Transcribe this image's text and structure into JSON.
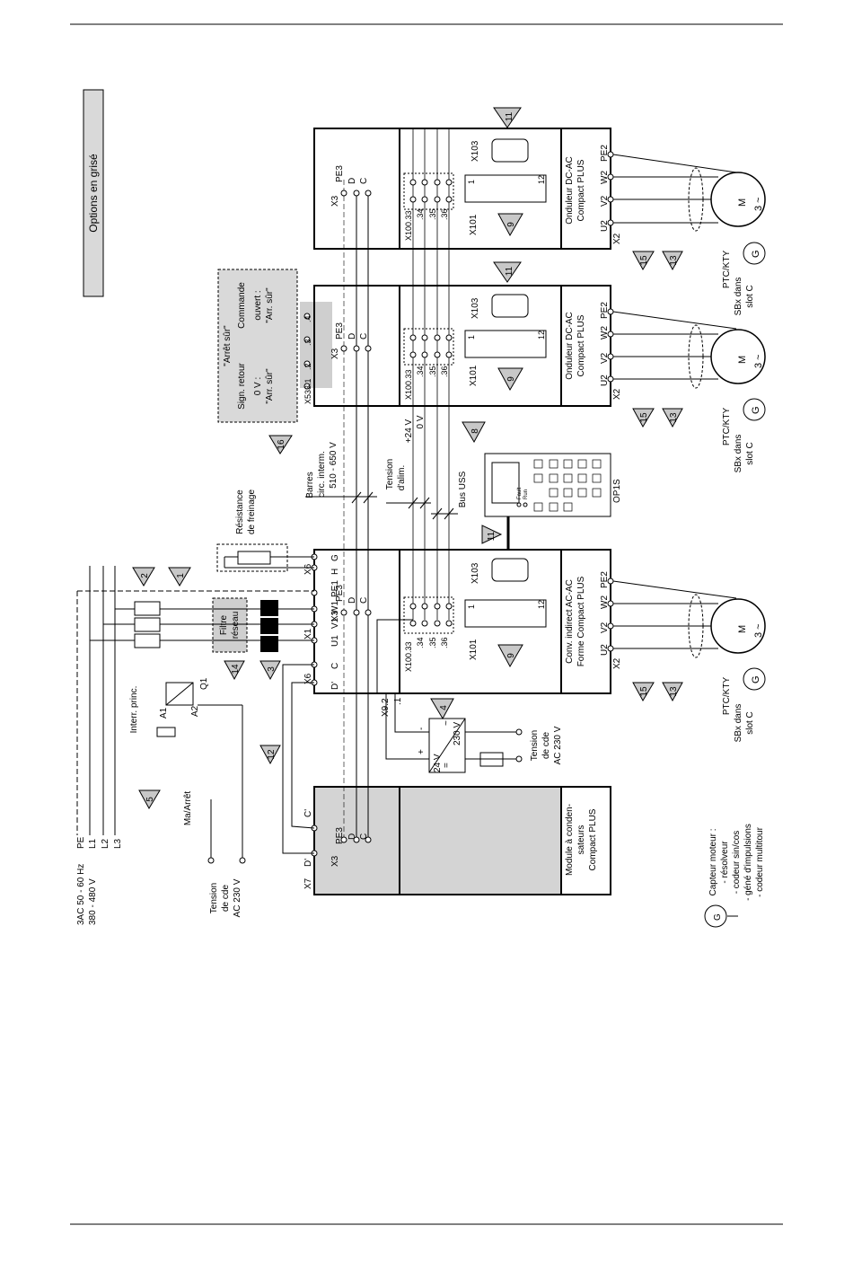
{
  "legend": {
    "title": "Options en grisé"
  },
  "supply": {
    "spec_line1": "3AC 50 - 60 Hz",
    "spec_line2": "380 - 480 V",
    "pe": "PE",
    "l1": "L1",
    "l2": "L2",
    "l3": "L3",
    "main_switch": "Interr. princ.",
    "on_off": "Ma/Arrêt",
    "ctrl_voltage_line1": "Tension",
    "ctrl_voltage_line2": "de cde",
    "ctrl_voltage_line3": "AC 230 V",
    "a1": "A1",
    "a2": "A2",
    "q1": "Q1"
  },
  "filter": {
    "line1": "Filtre",
    "line2": "réseau"
  },
  "brake": {
    "line1": "Résistance",
    "line2": "de freinage"
  },
  "dc_bus": {
    "line1": "Barres",
    "line2": "circ. interm.",
    "line3": "510 - 650 V"
  },
  "aux_supply": {
    "line1": "Tension",
    "line2": "d'alim.",
    "p24": "+24 V",
    "zero": "0 V"
  },
  "bus_uss": "Bus USS",
  "op1s": {
    "label": "OP1S",
    "fault": "Fault",
    "run": "Run"
  },
  "psu": {
    "v24": "24 V",
    "eq": "=",
    "tilde": "~",
    "v230": "230 V",
    "plus": "+",
    "minus": "-",
    "ctrl_line1": "Tension",
    "ctrl_line2": "de cde",
    "ctrl_line3": "AC 230 V"
  },
  "x9": {
    "x92": "X9.2",
    "p1": ".1"
  },
  "safe_stop": {
    "title": "\"Arrêt sûr\"",
    "sign_retour": "Sign. retour",
    "commande": "Commande",
    "zero_v": "0 V :",
    "arr_sur": "\"Arr. sûr\"",
    "ouvert": "ouvert :",
    "arr_sur2": "\"Arr. sûr\"",
    "x533": "X533.1",
    "p2": ".2",
    "p3": ".3",
    "p4": ".4"
  },
  "terminals": {
    "x3": "X3",
    "pe3": "PE3",
    "d": "D",
    "c": "C",
    "d_prime": "D'",
    "c_prime": "C'",
    "x1": "X1",
    "u1": "U1",
    "v1": "V1",
    "w1": "W1",
    "pe1": "PE1",
    "h": "H",
    "g": "G",
    "x6": "X6",
    "x7": "X7",
    "x100": "X100.33",
    "p34": ".34",
    "p35": ".35",
    "p36": ".36",
    "x101": "X101",
    "x103": "X103",
    "x2": "X2",
    "u2": "U2",
    "v2": "V2",
    "w2": "W2",
    "pe2": "PE2",
    "pin1": "1",
    "pin12": "12"
  },
  "units": {
    "inverter1": {
      "line1": "Onduleur DC-AC",
      "line2": "Compact PLUS"
    },
    "inverter2": {
      "line1": "Onduleur DC-AC",
      "line2": "Compact PLUS"
    },
    "converter": {
      "line1": "Conv. indirect AC-AC",
      "line2": "Forme Compact PLUS"
    },
    "capacitor": {
      "line1": "Module à conden-",
      "line2": "sateurs",
      "line3": "Compact PLUS"
    }
  },
  "motor": {
    "m": "M",
    "phase": "3 ~",
    "g": "G",
    "ptc": "PTC/KTY",
    "sbx1": "SBx dans",
    "sbx2": "slot C"
  },
  "sensor_legend": {
    "title": "Capteur moteur :",
    "items": [
      "- résolveur",
      "- codeur sin/cos",
      "- géné d'impulsions",
      "- codeur multitour"
    ]
  },
  "markers": [
    "1",
    "2",
    "3",
    "4",
    "5",
    "8",
    "9",
    "11",
    "12",
    "13",
    "14",
    "15",
    "16"
  ]
}
